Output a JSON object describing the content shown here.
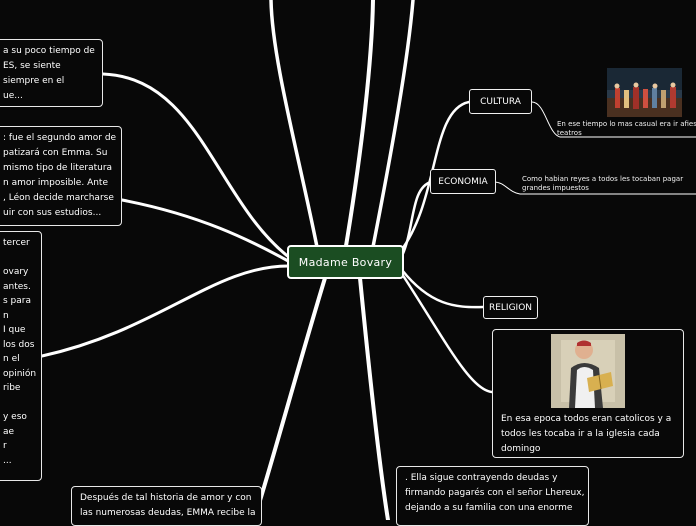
{
  "central": {
    "title": "Madame Bovary"
  },
  "topics": {
    "cultura": "CULTURA",
    "economia": "ECONOMIA",
    "religion": "RELIGION"
  },
  "notes": {
    "cultura": [
      "En ese tiempo lo mas casual era ir afiestas y a",
      "teatros"
    ],
    "economia": [
      "Como habian reyes a todos les tocaban pagar",
      "grandes impuestos"
    ]
  },
  "religion_card": {
    "lines": [
      "En esa epoca todos eran catolicos y a",
      "todos les tocaba ir a la iglesia cada",
      "domingo"
    ]
  },
  "left_boxes": {
    "box1": [
      "a su poco tiempo de",
      "ES, se siente",
      "siempre en el",
      "ue..."
    ],
    "box2": [
      ": fue el segundo amor de",
      "patizará con Emma. Su",
      "mismo tipo de literatura",
      "n amor imposible. Ante",
      ", Léon decide marcharse",
      "uir con sus estudios..."
    ],
    "box3": [
      "tercer",
      "",
      "ovary",
      "antes.",
      "s para",
      "n",
      "I que",
      "los dos",
      "n el",
      "opinión",
      "ribe",
      "",
      "y eso",
      "ae",
      "r",
      "..."
    ]
  },
  "bottom_boxes": {
    "left": [
      "Después de tal historia de amor y con",
      "las numerosas deudas, EMMA recibe la"
    ],
    "right": [
      ". Ella sigue contrayendo deudas y",
      "firmando pagarés con el señor Lhereux,",
      "dejando a su familia con una enorme"
    ]
  },
  "colors": {
    "background": "#080808",
    "central_fill": "#1b4d22",
    "branch": "#ffffff"
  },
  "images": {
    "cultura": "theater-painting",
    "religion": "priest-reading-book"
  }
}
